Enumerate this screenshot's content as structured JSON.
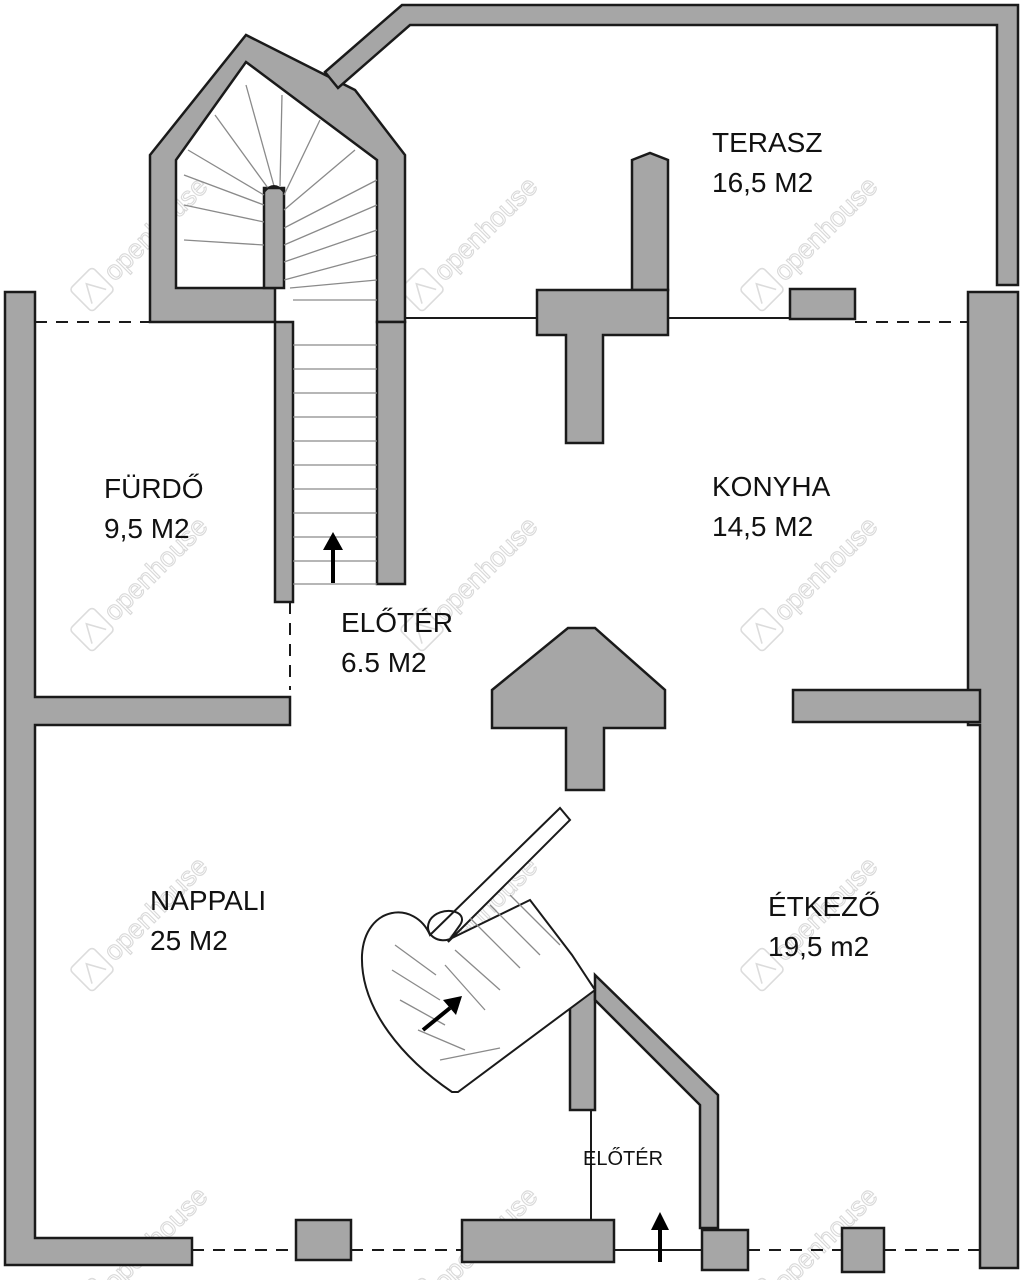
{
  "rooms": {
    "terasz": {
      "name": "TERASZ",
      "area": "16,5 M2"
    },
    "furdo": {
      "name": "FÜRDŐ",
      "area": "9,5 M2"
    },
    "konyha": {
      "name": "KONYHA",
      "area": "14,5 M2"
    },
    "eloter": {
      "name": "ELŐTÉR",
      "area": "6.5 M2"
    },
    "nappali": {
      "name": "NAPPALI",
      "area": "25 M2"
    },
    "etkezo": {
      "name": "ÉTKEZŐ",
      "area": "19,5 m2"
    },
    "eloter_small": {
      "name": "ELŐTÉR"
    }
  },
  "watermark": {
    "text": "openhouse"
  },
  "colors": {
    "wall": "#a6a6a6",
    "line": "#1a1a1a",
    "background": "#ffffff"
  }
}
